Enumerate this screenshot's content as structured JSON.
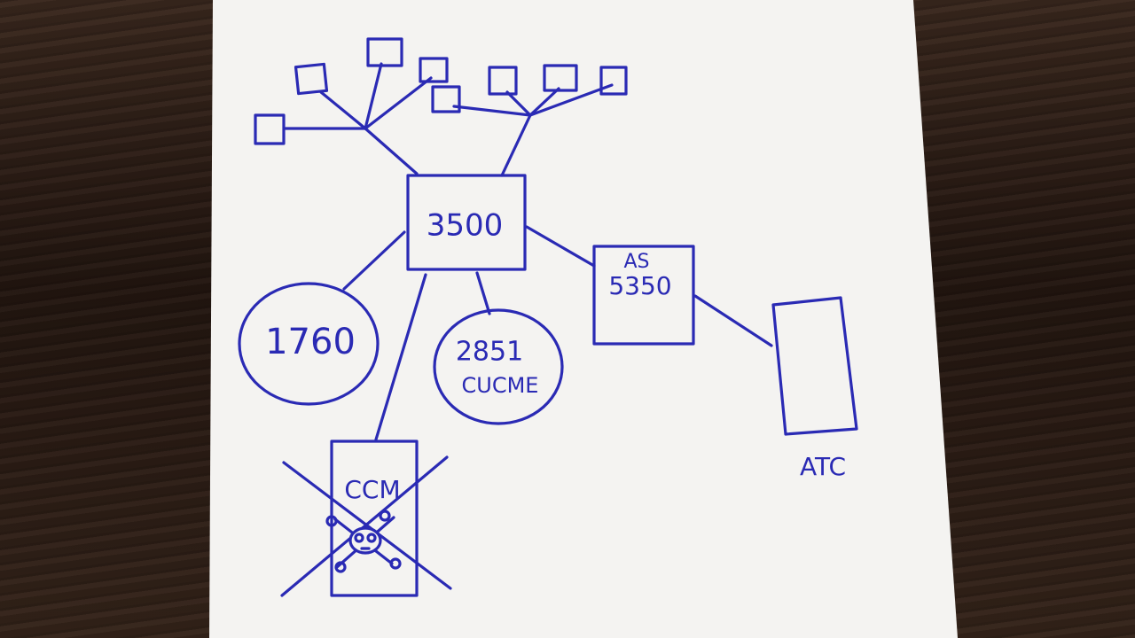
{
  "diagram": {
    "nodes": {
      "switch": {
        "label": "3500"
      },
      "router_1760": {
        "label": "1760"
      },
      "router_2851": {
        "line1": "2851",
        "line2": "CUCME"
      },
      "gateway": {
        "line1": "AS",
        "line2": "5350"
      },
      "atc": {
        "label": "ATC"
      },
      "ccm": {
        "label": "CCM"
      }
    },
    "phones": {
      "count": 8
    },
    "colors": {
      "ink": "#2a2ab4",
      "paper": "#f4f3f1",
      "table": "#2a1c15"
    }
  }
}
